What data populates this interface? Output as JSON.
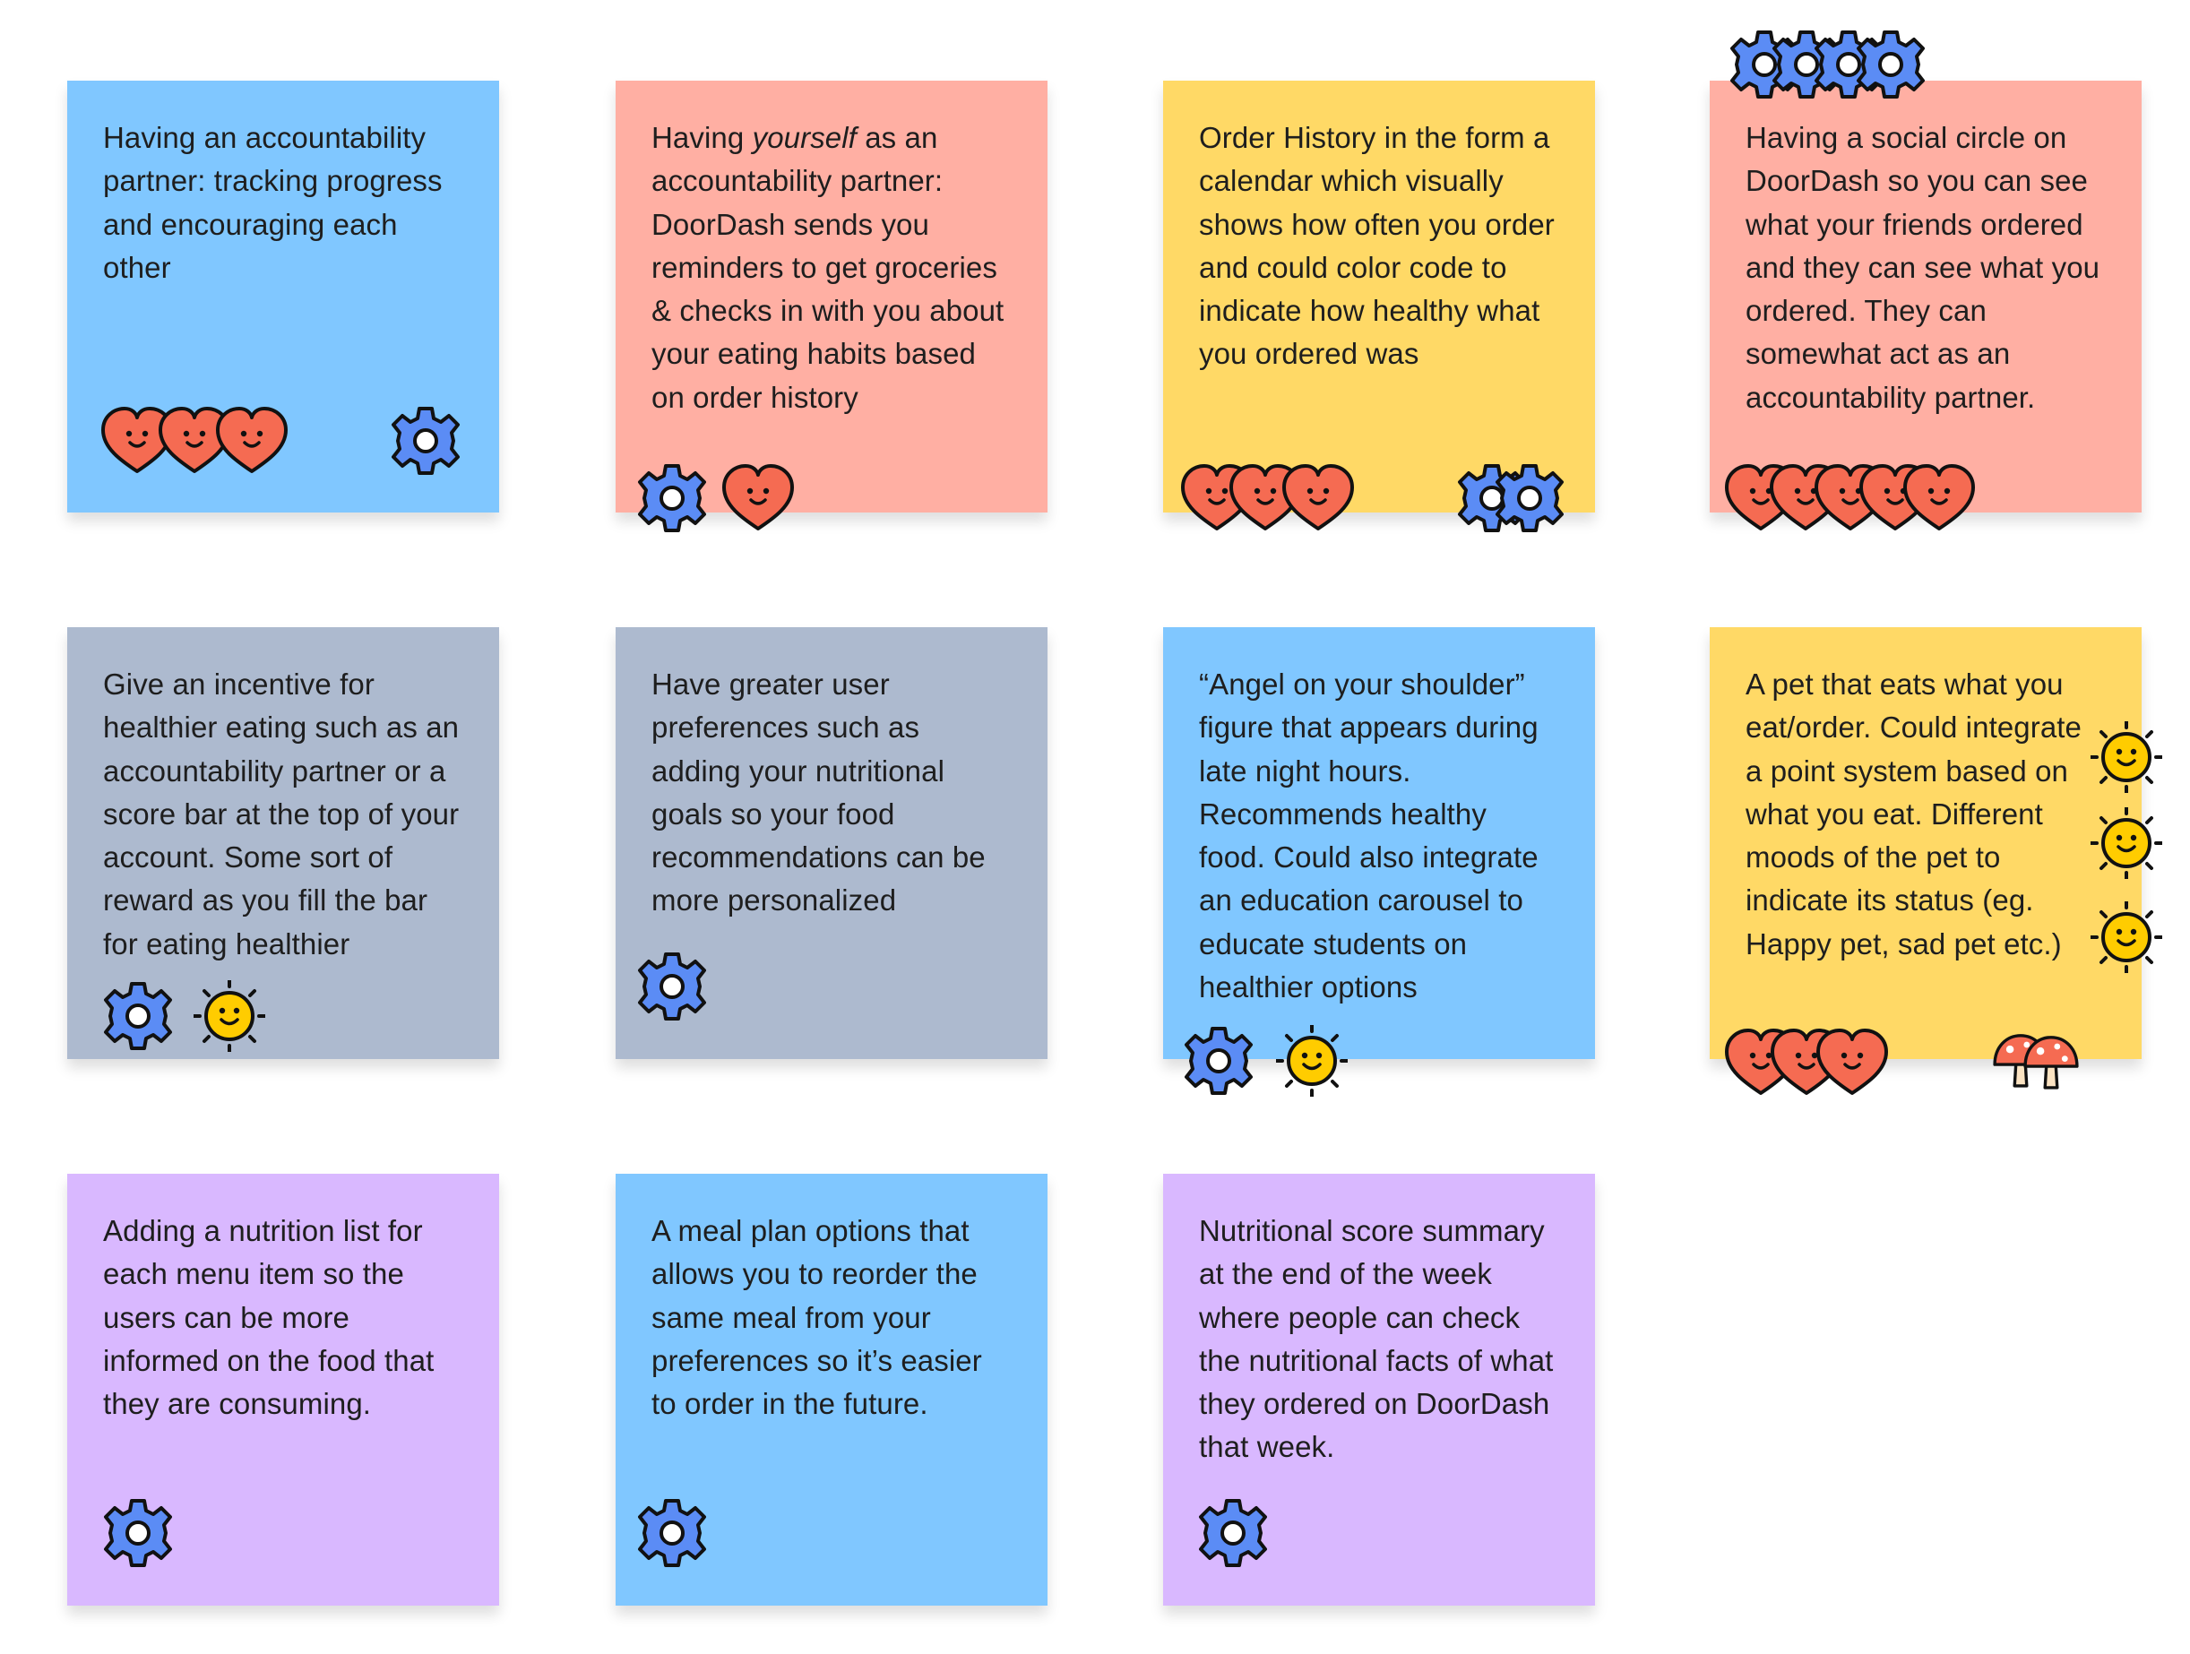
{
  "colors": {
    "blue": "#80c7ff",
    "salmon": "#ffafa3",
    "yellow": "#ffd966",
    "gray": "#adbacf",
    "purple": "#d9b8ff",
    "gear": "#5b8cf5",
    "heart": "#f56b52",
    "sun": "#ffcc00"
  },
  "notes": [
    {
      "id": "accountability-partner",
      "color": "blue",
      "text": "Having an accountability partner: tracking progress and encouraging each other",
      "reactions": [
        "heart-icon",
        "heart-icon",
        "heart-icon",
        "gear-icon"
      ]
    },
    {
      "id": "yourself-partner",
      "color": "salmon",
      "text_before": "Having ",
      "text_em": "yourself",
      "text_after": " as an accountability partner: DoorDash sends you reminders to get groceries & checks in with you about your eating habits based on order history",
      "reactions": [
        "gear-icon",
        "heart-icon"
      ]
    },
    {
      "id": "order-history-calendar",
      "color": "yellow",
      "text": "Order History in the form a calendar which visually shows how often you order and could color code to indicate how healthy what you ordered was",
      "reactions": [
        "heart-icon",
        "heart-icon",
        "heart-icon",
        "gear-icon",
        "gear-icon"
      ]
    },
    {
      "id": "social-circle",
      "color": "salmon",
      "text": "Having a social circle on DoorDash so you can see what your friends ordered and they can see what you ordered. They can somewhat act as an accountability partner.",
      "reactions": [
        "gear-icon",
        "gear-icon",
        "gear-icon",
        "gear-icon",
        "heart-icon",
        "heart-icon",
        "heart-icon",
        "heart-icon",
        "heart-icon"
      ]
    },
    {
      "id": "incentive",
      "color": "gray",
      "text": "Give an incentive for healthier eating such as an accountability partner or a score bar at the top of your account. Some sort of reward as you fill the bar for eating healthier",
      "reactions": [
        "gear-icon",
        "sun-icon"
      ]
    },
    {
      "id": "user-preferences",
      "color": "gray",
      "text": "Have greater user preferences such as adding your nutritional goals so your food recommendations can be more personalized",
      "reactions": [
        "gear-icon"
      ]
    },
    {
      "id": "angel-shoulder",
      "color": "blue",
      "text": "“Angel on your shoulder” figure that appears during late night hours. Recommends healthy food. Could also integrate an education carousel to educate students on healthier options",
      "reactions": [
        "gear-icon",
        "sun-icon"
      ]
    },
    {
      "id": "pet",
      "color": "yellow",
      "text": "A pet that eats what you eat/order. Could integrate a point system based on what you eat. Different moods of the pet to indicate its status (eg. Happy pet, sad pet etc.)",
      "reactions": [
        "sun-icon",
        "sun-icon",
        "sun-icon",
        "heart-icon",
        "heart-icon",
        "heart-icon",
        "mushroom-icon"
      ]
    },
    {
      "id": "nutrition-list",
      "color": "purple",
      "text": "Adding a nutrition list for each menu item so the users can be more informed on the food that they are consuming.",
      "reactions": [
        "gear-icon"
      ]
    },
    {
      "id": "meal-plan",
      "color": "blue",
      "text": "A meal plan options that allows you to reorder the same meal from your preferences so it’s easier to order in the future.",
      "reactions": [
        "gear-icon"
      ]
    },
    {
      "id": "nutritional-score",
      "color": "purple",
      "text": "Nutritional score summary at the end of the week where people can check the nutritional facts of what they ordered on DoorDash that week.",
      "reactions": [
        "gear-icon"
      ]
    }
  ]
}
